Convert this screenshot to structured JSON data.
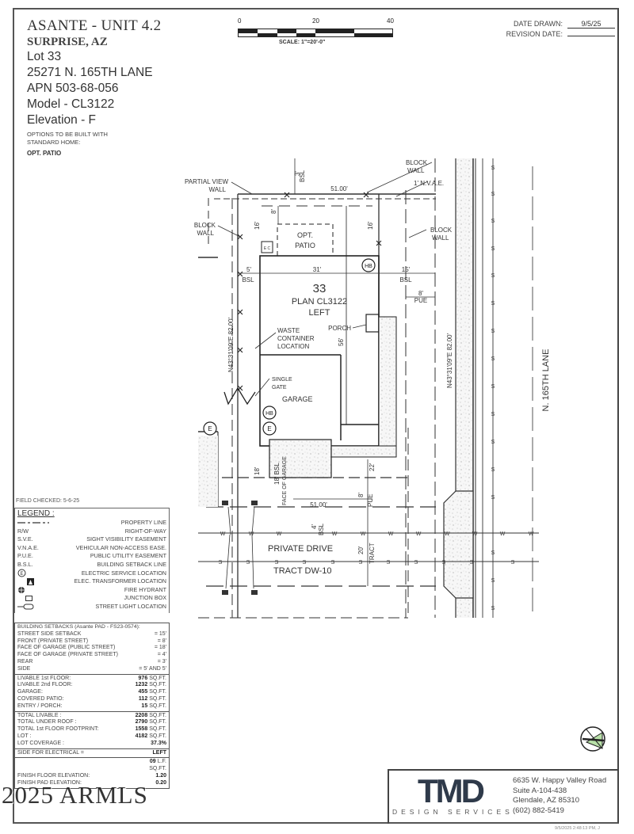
{
  "header": {
    "project": "ASANTE - UNIT 4.2",
    "city": "SURPRISE, AZ",
    "lot": "Lot  33",
    "address": "25271 N. 165TH LANE",
    "apn": "APN 503-68-056",
    "model": "Model - CL3122",
    "elevation": "Elevation - F",
    "options_note_1": "OPTIONS TO BE BUILT WITH",
    "options_note_2": "STANDARD HOME:",
    "options_value": "OPT.  PATIO"
  },
  "scale_bar": {
    "labels": [
      "0",
      "20",
      "40"
    ],
    "caption": "SCALE:  1\"=20'-0\""
  },
  "dates": {
    "drawn_label": "DATE DRAWN:",
    "drawn_value": "9/5/25",
    "revision_label": "REVISION DATE:",
    "revision_value": ""
  },
  "site_plan": {
    "lot_number": "33",
    "plan_name": "PLAN CL3122",
    "orientation": "LEFT",
    "labels": {
      "partial_view_wall_1": "PARTIAL VIEW",
      "partial_view_wall_2": "WALL",
      "block_wall": "BLOCK",
      "wall": "WALL",
      "nvae": "1' N.V.A.E.",
      "opt_patio_1": "OPT.",
      "opt_patio_2": "PATIO",
      "porch": "PORCH",
      "waste_1": "WASTE",
      "waste_2": "CONTAINER",
      "waste_3": "LOCATION",
      "gate_1": "SINGLE",
      "gate_2": "GATE",
      "garage": "GARAGE",
      "hb": "HB",
      "e": "E",
      "private_drive": "PRIVATE DRIVE",
      "tract": "TRACT DW-10",
      "street": "N. 165TH LANE",
      "bearing": "N43°31'09\"E 82.00'",
      "face_of_garage": "FACE OF GARAGE",
      "tract_v": "TRACT",
      "pue": "PUE",
      "bsl": "BSL",
      "ec": "E C"
    },
    "dimensions": {
      "top_width": "51.00'",
      "bottom_width": "51.00'",
      "rear_setback": "3'",
      "patio_depth": "8'",
      "left_16": "16'",
      "right_16": "16'",
      "side_left": "5'",
      "house_width": "31'",
      "side_right": "15'",
      "pue_width": "8'",
      "house_depth": "56'",
      "garage_front": "18'",
      "garage_bsl": "18' BSL",
      "drive_22": "22'",
      "front_8": "8'",
      "front_4": "4'",
      "tract_20": "20'"
    },
    "utility_letters": {
      "water": "W",
      "sewer": "S"
    }
  },
  "field_checked": "FIELD CHECKED: 5-6-25",
  "legend": {
    "title": "LEGEND :",
    "items": [
      {
        "abbr": "",
        "symbol": "property-line",
        "label": "PROPERTY LINE"
      },
      {
        "abbr": "R/W",
        "symbol": "",
        "label": "RIGHT-OF-WAY"
      },
      {
        "abbr": "S.V.E.",
        "symbol": "",
        "label": "SIGHT VISIBILITY EASEMENT"
      },
      {
        "abbr": "V.N.A.E.",
        "symbol": "",
        "label": "VEHICULAR NON-ACCESS EASE."
      },
      {
        "abbr": "P.U.E.",
        "symbol": "",
        "label": "PUBLIC UTILITY EASEMENT"
      },
      {
        "abbr": "B.S.L.",
        "symbol": "",
        "label": "BUILDING SETBACK LINE"
      },
      {
        "abbr": "",
        "symbol": "electric-service",
        "label": "ELECTRIC SERVICE LOCATION"
      },
      {
        "abbr": "",
        "symbol": "elec-transformer",
        "label": "ELEC. TRANSFORMER LOCATION"
      },
      {
        "abbr": "",
        "symbol": "fire-hydrant",
        "label": "FIRE HYDRANT"
      },
      {
        "abbr": "",
        "symbol": "junction-box",
        "label": "JUNCTION BOX"
      },
      {
        "abbr": "",
        "symbol": "street-light",
        "label": "STREET LIGHT LOCATION"
      }
    ]
  },
  "setbacks": {
    "title": "BUILDING SETBACKS (Asante PAD - FS23-0574):",
    "rows": [
      {
        "label": "STREET SIDE SETBACK",
        "value": "= 15'"
      },
      {
        "label": "FRONT (PRIVATE STREET)",
        "value": "= 8'"
      },
      {
        "label": "FACE OF GARAGE (PUBLIC STREET)",
        "value": "= 18'"
      },
      {
        "label": "FACE OF GARAGE (PRIVATE STREET)",
        "value": "= 4'"
      },
      {
        "label": "REAR",
        "value": "= 3'"
      },
      {
        "label": "SIDE",
        "value": "= 5' AND 5'"
      }
    ]
  },
  "areas": [
    {
      "label": "LIVABLE 1st FLOOR:",
      "value": "976",
      "unit": "SQ.FT."
    },
    {
      "label": "LIVABLE 2nd FLOOR:",
      "value": "1232",
      "unit": "SQ.FT."
    },
    {
      "label": "GARAGE:",
      "value": "455",
      "unit": "SQ.FT."
    },
    {
      "label": "COVERED PATIO:",
      "value": "112",
      "unit": "SQ.FT."
    },
    {
      "label": "ENTRY / PORCH:",
      "value": "15",
      "unit": "SQ.FT."
    }
  ],
  "totals": [
    {
      "label": "TOTAL LIVABLE :",
      "value": "2208",
      "unit": "SQ.FT."
    },
    {
      "label": "TOTAL UNDER ROOF :",
      "value": "2790",
      "unit": "SQ.FT."
    },
    {
      "label": "TOTAL 1st FLOOR FOOTPRINT:",
      "value": "1558",
      "unit": "SQ.FT."
    },
    {
      "label": "LOT :",
      "value": "4182",
      "unit": "SQ.FT."
    },
    {
      "label": "LOT COVERAGE :",
      "value": "37.3%",
      "unit": ""
    }
  ],
  "electrical": {
    "label": "SIDE FOR ELECTRICAL =",
    "value": "LEFT"
  },
  "elevations": [
    {
      "label": "",
      "value": "09",
      "unit": "L.F."
    },
    {
      "label": "",
      "value": "",
      "unit": "SQ.FT."
    },
    {
      "label": "FINISH FLOOR ELEVATION:",
      "value": "1.20",
      "unit": ""
    },
    {
      "label": "FINISH PAD ELEVATION:",
      "value": "0.20",
      "unit": ""
    }
  ],
  "watermark": "2025 ARMLS",
  "company": {
    "logo": "TMD",
    "tagline": "DESIGN SERVICES",
    "address_1": "6635 W. Happy Valley Road",
    "address_2": "Suite A-104-438",
    "address_3": "Glendale, AZ 85310",
    "phone": "(602) 882-5419"
  },
  "footer_stamp": "9/5/2025 2:48:13 PM, J"
}
